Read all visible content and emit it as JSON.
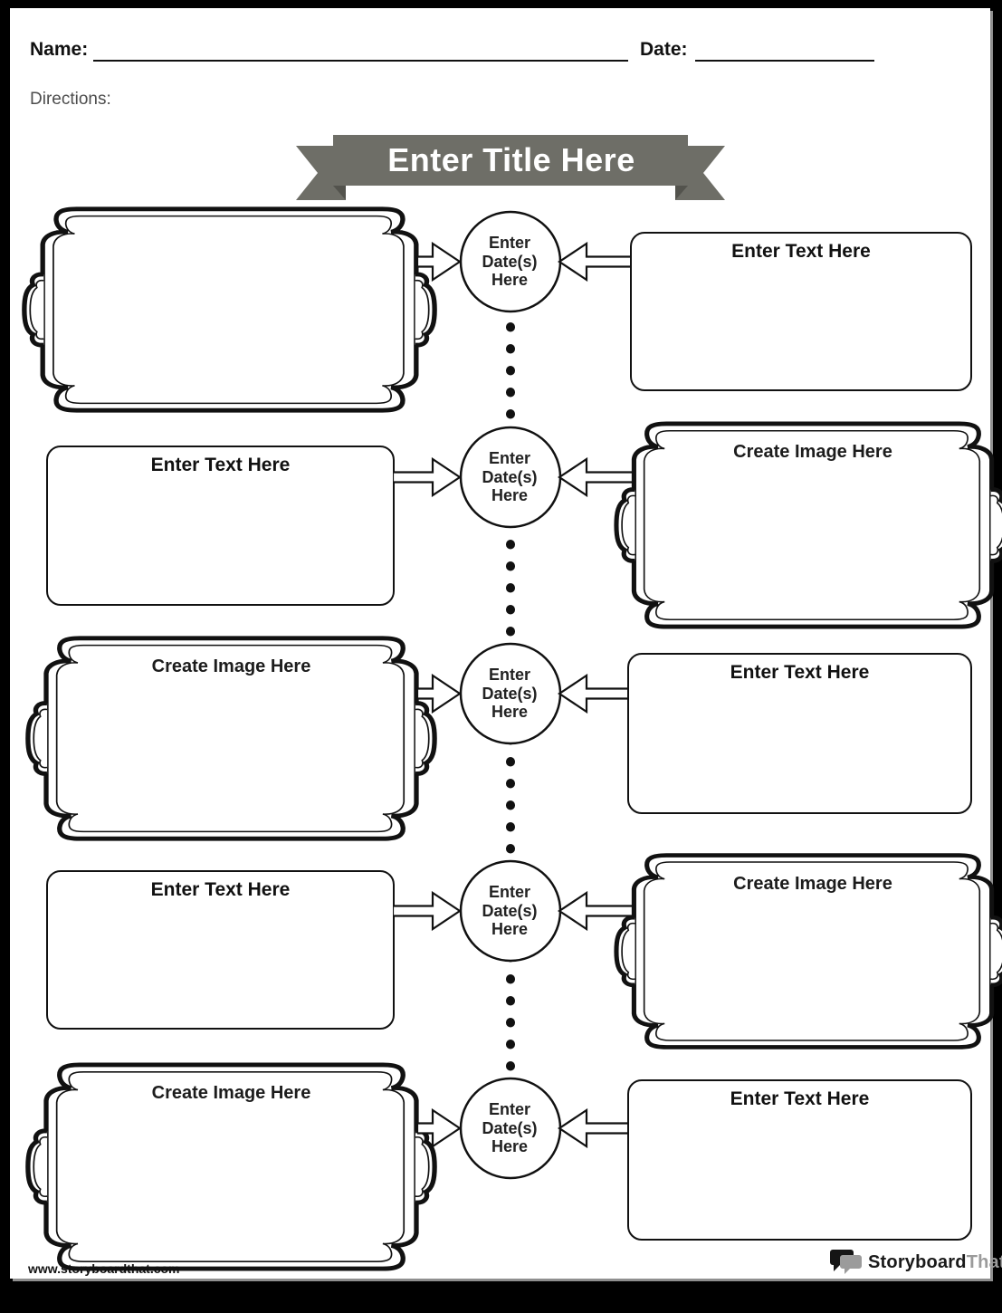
{
  "header": {
    "name_label": "Name:",
    "date_label": "Date:",
    "directions_label": "Directions:"
  },
  "banner": {
    "title": "Enter Title Here",
    "color": "#6e6e67",
    "fold_color": "#53534d"
  },
  "timeline": {
    "rows": [
      {
        "date_circle": [
          "Enter",
          "Date(s)",
          "Here"
        ],
        "left": {
          "type": "image-frame",
          "label": ""
        },
        "right": {
          "type": "text-box",
          "label": "Enter Text Here"
        }
      },
      {
        "date_circle": [
          "Enter",
          "Date(s)",
          "Here"
        ],
        "left": {
          "type": "text-box",
          "label": "Enter Text Here"
        },
        "right": {
          "type": "image-frame",
          "label": "Create Image Here"
        }
      },
      {
        "date_circle": [
          "Enter",
          "Date(s)",
          "Here"
        ],
        "left": {
          "type": "image-frame",
          "label": "Create Image Here"
        },
        "right": {
          "type": "text-box",
          "label": "Enter Text Here"
        }
      },
      {
        "date_circle": [
          "Enter",
          "Date(s)",
          "Here"
        ],
        "left": {
          "type": "text-box",
          "label": "Enter Text Here"
        },
        "right": {
          "type": "image-frame",
          "label": "Create Image Here"
        }
      },
      {
        "date_circle": [
          "Enter",
          "Date(s)",
          "Here"
        ],
        "left": {
          "type": "image-frame",
          "label": "Create Image Here"
        },
        "right": {
          "type": "text-box",
          "label": "Enter Text Here"
        }
      }
    ]
  },
  "footer": {
    "website": "www.storyboardthat.com",
    "logo_storyboard": "Storyboard",
    "logo_that": "That",
    "logo_gray": "#9b9b9b"
  },
  "ink_color": "#111111"
}
